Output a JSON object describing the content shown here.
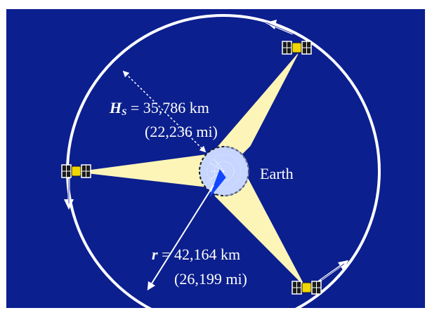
{
  "diagram": {
    "colors": {
      "background": "#0b1f8f",
      "beam": "#fdf5b8",
      "orbit": "#ffffff",
      "earth": "#c7d6ff",
      "satellite_body": "#f2d600",
      "satellite_panel": "#1b1b1b"
    },
    "height_label": {
      "symbol": "H",
      "subscript": "S",
      "equals": "= 35,786 km",
      "imperial": "(22,236 mi)"
    },
    "earth_label": "Earth",
    "radius_label": {
      "symbol": "r",
      "equals": "= 42,164  km",
      "imperial": "(26,199 mi)"
    },
    "icons": {
      "satellite": "satellite-icon",
      "motion_arrow": "orbit-direction-arrow",
      "earth": "earth-globe"
    }
  }
}
